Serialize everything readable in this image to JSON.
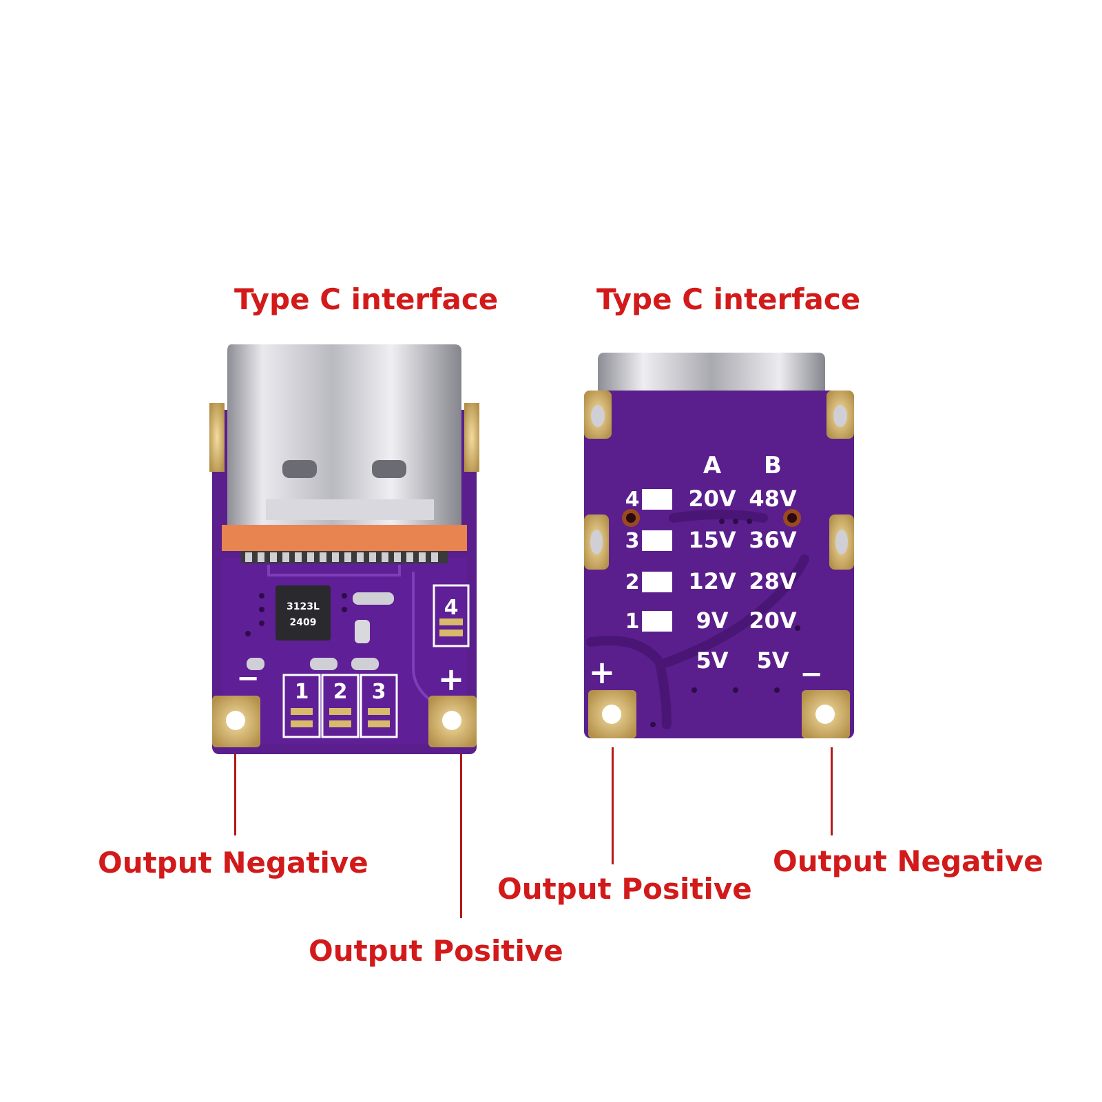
{
  "labels": {
    "left_type_c": "Type C interface",
    "right_type_c": "Type C interface",
    "left_negative": "Output Negative",
    "left_positive": "Output Positive",
    "right_positive": "Output Positive",
    "right_negative": "Output Negative"
  },
  "front_board": {
    "chip_line1": "3123L",
    "chip_line2": "2409",
    "pad_numbers": [
      "1",
      "2",
      "3",
      "4"
    ],
    "minus_sign": "−",
    "plus_sign": "+"
  },
  "back_board": {
    "column_a": "A",
    "column_b": "B",
    "rows": [
      {
        "index": "4",
        "a": "20V",
        "b": "48V"
      },
      {
        "index": "3",
        "a": "15V",
        "b": "36V"
      },
      {
        "index": "2",
        "a": "12V",
        "b": "28V"
      },
      {
        "index": "1",
        "a": "9V",
        "b": "20V"
      }
    ],
    "default_a": "5V",
    "default_b": "5V",
    "plus_sign": "+",
    "minus_sign": "−"
  },
  "colors": {
    "pcb_purple": "#5a1f8c",
    "pcb_dark": "#3e1268",
    "gold_pad": "#d9b96a",
    "label_red": "#d21a1a",
    "connector_metal": "#c9c9cf",
    "connector_insulator": "#e8844f"
  }
}
